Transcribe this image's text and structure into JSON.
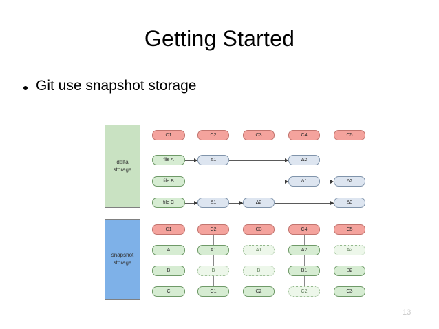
{
  "slide": {
    "title": "Getting Started",
    "bullets": [
      {
        "text": "Git use snapshot storage"
      }
    ],
    "page_number": "13"
  },
  "colors": {
    "commit_fill": "#f4a39d",
    "commit_border": "#c2756f",
    "file_fill": "#d6ecd2",
    "file_border": "#6f9a68",
    "delta_fill": "#dde5f0",
    "delta_border": "#8094ab",
    "ghost_fill": "#edf7ea",
    "ghost_border": "#93b88c",
    "delta_storage_fill": "#c9e2c2",
    "snapshot_storage_fill": "#7eb1e8",
    "connector": "#5a5a5a",
    "page_number": "#c9c9c9"
  },
  "diagram": {
    "commit_headers": [
      "C1",
      "C2",
      "C3",
      "C4",
      "C5"
    ],
    "delta_section": {
      "storage_label": "delta\nstorage",
      "headers": [
        "C1",
        "C2",
        "C3",
        "C4",
        "C5"
      ],
      "rows": [
        {
          "file_label": "file A",
          "cells": [
            {
              "column": "C1",
              "label": "file A",
              "kind": "file"
            },
            {
              "column": "C2",
              "label": "Δ1",
              "kind": "delta"
            },
            {
              "column": "C3",
              "label": "",
              "kind": "empty"
            },
            {
              "column": "C4",
              "label": "Δ2",
              "kind": "delta"
            },
            {
              "column": "C5",
              "label": "",
              "kind": "empty"
            }
          ]
        },
        {
          "file_label": "file B",
          "cells": [
            {
              "column": "C1",
              "label": "file B",
              "kind": "file"
            },
            {
              "column": "C2",
              "label": "",
              "kind": "empty"
            },
            {
              "column": "C3",
              "label": "",
              "kind": "empty"
            },
            {
              "column": "C4",
              "label": "Δ1",
              "kind": "delta"
            },
            {
              "column": "C5",
              "label": "Δ2",
              "kind": "delta"
            }
          ]
        },
        {
          "file_label": "file C",
          "cells": [
            {
              "column": "C1",
              "label": "file C",
              "kind": "file"
            },
            {
              "column": "C2",
              "label": "Δ1",
              "kind": "delta"
            },
            {
              "column": "C3",
              "label": "Δ2",
              "kind": "delta"
            },
            {
              "column": "C4",
              "label": "",
              "kind": "empty"
            },
            {
              "column": "C5",
              "label": "Δ3",
              "kind": "delta"
            }
          ]
        }
      ]
    },
    "snapshot_section": {
      "storage_label": "snapshot\nstorage",
      "headers": [
        "C1",
        "C2",
        "C3",
        "C4",
        "C5"
      ],
      "columns": [
        {
          "commit": "C1",
          "items": [
            {
              "label": "A",
              "ghost": false
            },
            {
              "label": "B",
              "ghost": false
            },
            {
              "label": "C",
              "ghost": false
            }
          ]
        },
        {
          "commit": "C2",
          "items": [
            {
              "label": "A1",
              "ghost": false
            },
            {
              "label": "B",
              "ghost": true
            },
            {
              "label": "C1",
              "ghost": false
            }
          ]
        },
        {
          "commit": "C3",
          "items": [
            {
              "label": "A1",
              "ghost": true
            },
            {
              "label": "B",
              "ghost": true
            },
            {
              "label": "C2",
              "ghost": false
            }
          ]
        },
        {
          "commit": "C4",
          "items": [
            {
              "label": "A2",
              "ghost": false
            },
            {
              "label": "B1",
              "ghost": false
            },
            {
              "label": "C2",
              "ghost": true
            }
          ]
        },
        {
          "commit": "C5",
          "items": [
            {
              "label": "A2",
              "ghost": true
            },
            {
              "label": "B2",
              "ghost": false
            },
            {
              "label": "C3",
              "ghost": false
            }
          ]
        }
      ]
    }
  }
}
